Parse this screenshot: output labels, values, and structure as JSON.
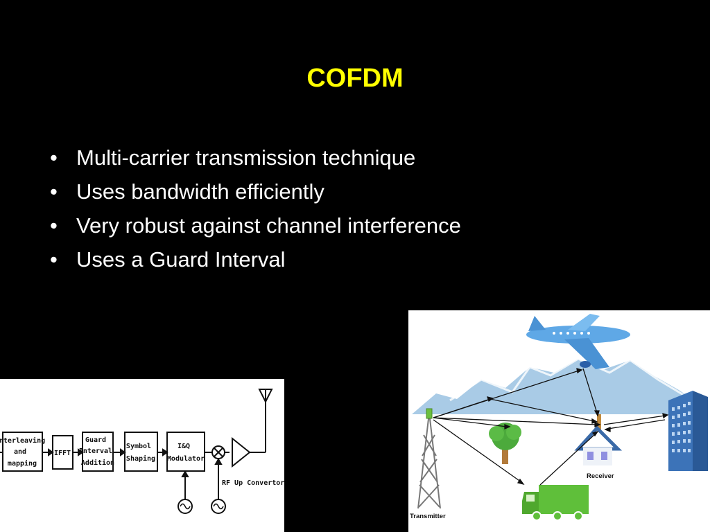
{
  "slide": {
    "title": "COFDM",
    "bullets": [
      "Multi-carrier transmission technique",
      "Uses bandwidth efficiently",
      "Very robust against  channel interference",
      "Uses a Guard Interval"
    ],
    "colors": {
      "background": "#000000",
      "title": "#ffff00",
      "bullet_text": "#ffffff"
    }
  },
  "block_diagram": {
    "blocks": [
      {
        "lines": [
          "Interleaving",
          "and",
          "mapping"
        ]
      },
      {
        "lines": [
          "IFFT"
        ]
      },
      {
        "lines": [
          "Guard",
          "Interval",
          "Addition"
        ]
      },
      {
        "lines": [
          "Symbol",
          "Shaping"
        ]
      },
      {
        "lines": [
          "I&Q",
          "Modulator"
        ]
      }
    ],
    "rf_label": "RF Up Convertor",
    "icons": [
      "antenna-icon",
      "mixer-icon",
      "amplifier-icon",
      "oscillator-icon"
    ]
  },
  "channel_scene": {
    "labels": {
      "transmitter": "Transmitter",
      "receiver": "Receiver"
    },
    "icons": [
      "airplane-icon",
      "mountains-icon",
      "tower-icon",
      "tree-icon",
      "house-icon",
      "truck-icon",
      "building-icon"
    ],
    "colors": {
      "airplane": "#5fa8e6",
      "mountains": "#a9cbe6",
      "truck": "#5fbf3a",
      "building": "#3c73b8",
      "tree": "#4caa3c"
    }
  }
}
